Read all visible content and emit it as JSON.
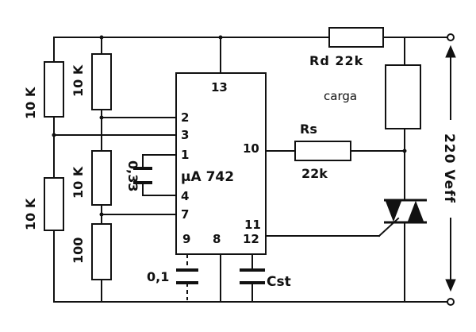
{
  "labels": {
    "r_left_outer_top": "10 K",
    "r_left_inner_top": "10 K",
    "r_left_outer_bottom": "10 K",
    "r_left_inner_mid": "10 K",
    "r_left_inner_bottom": "100",
    "cap_033": "0,33",
    "cap_01": "0,1",
    "cap_cst": "Cst",
    "rd": "Rd 22k",
    "load": "carga",
    "rs_name": "Rs",
    "rs_value": "22k",
    "supply": "220 Veff"
  },
  "chip": {
    "name": "µA 742",
    "pins": {
      "p13": "13",
      "p2": "2",
      "p3": "3",
      "p1": "1",
      "p10": "10",
      "p4": "4",
      "p7": "7",
      "p11": "11",
      "p9": "9",
      "p8": "8",
      "p12": "12"
    }
  }
}
